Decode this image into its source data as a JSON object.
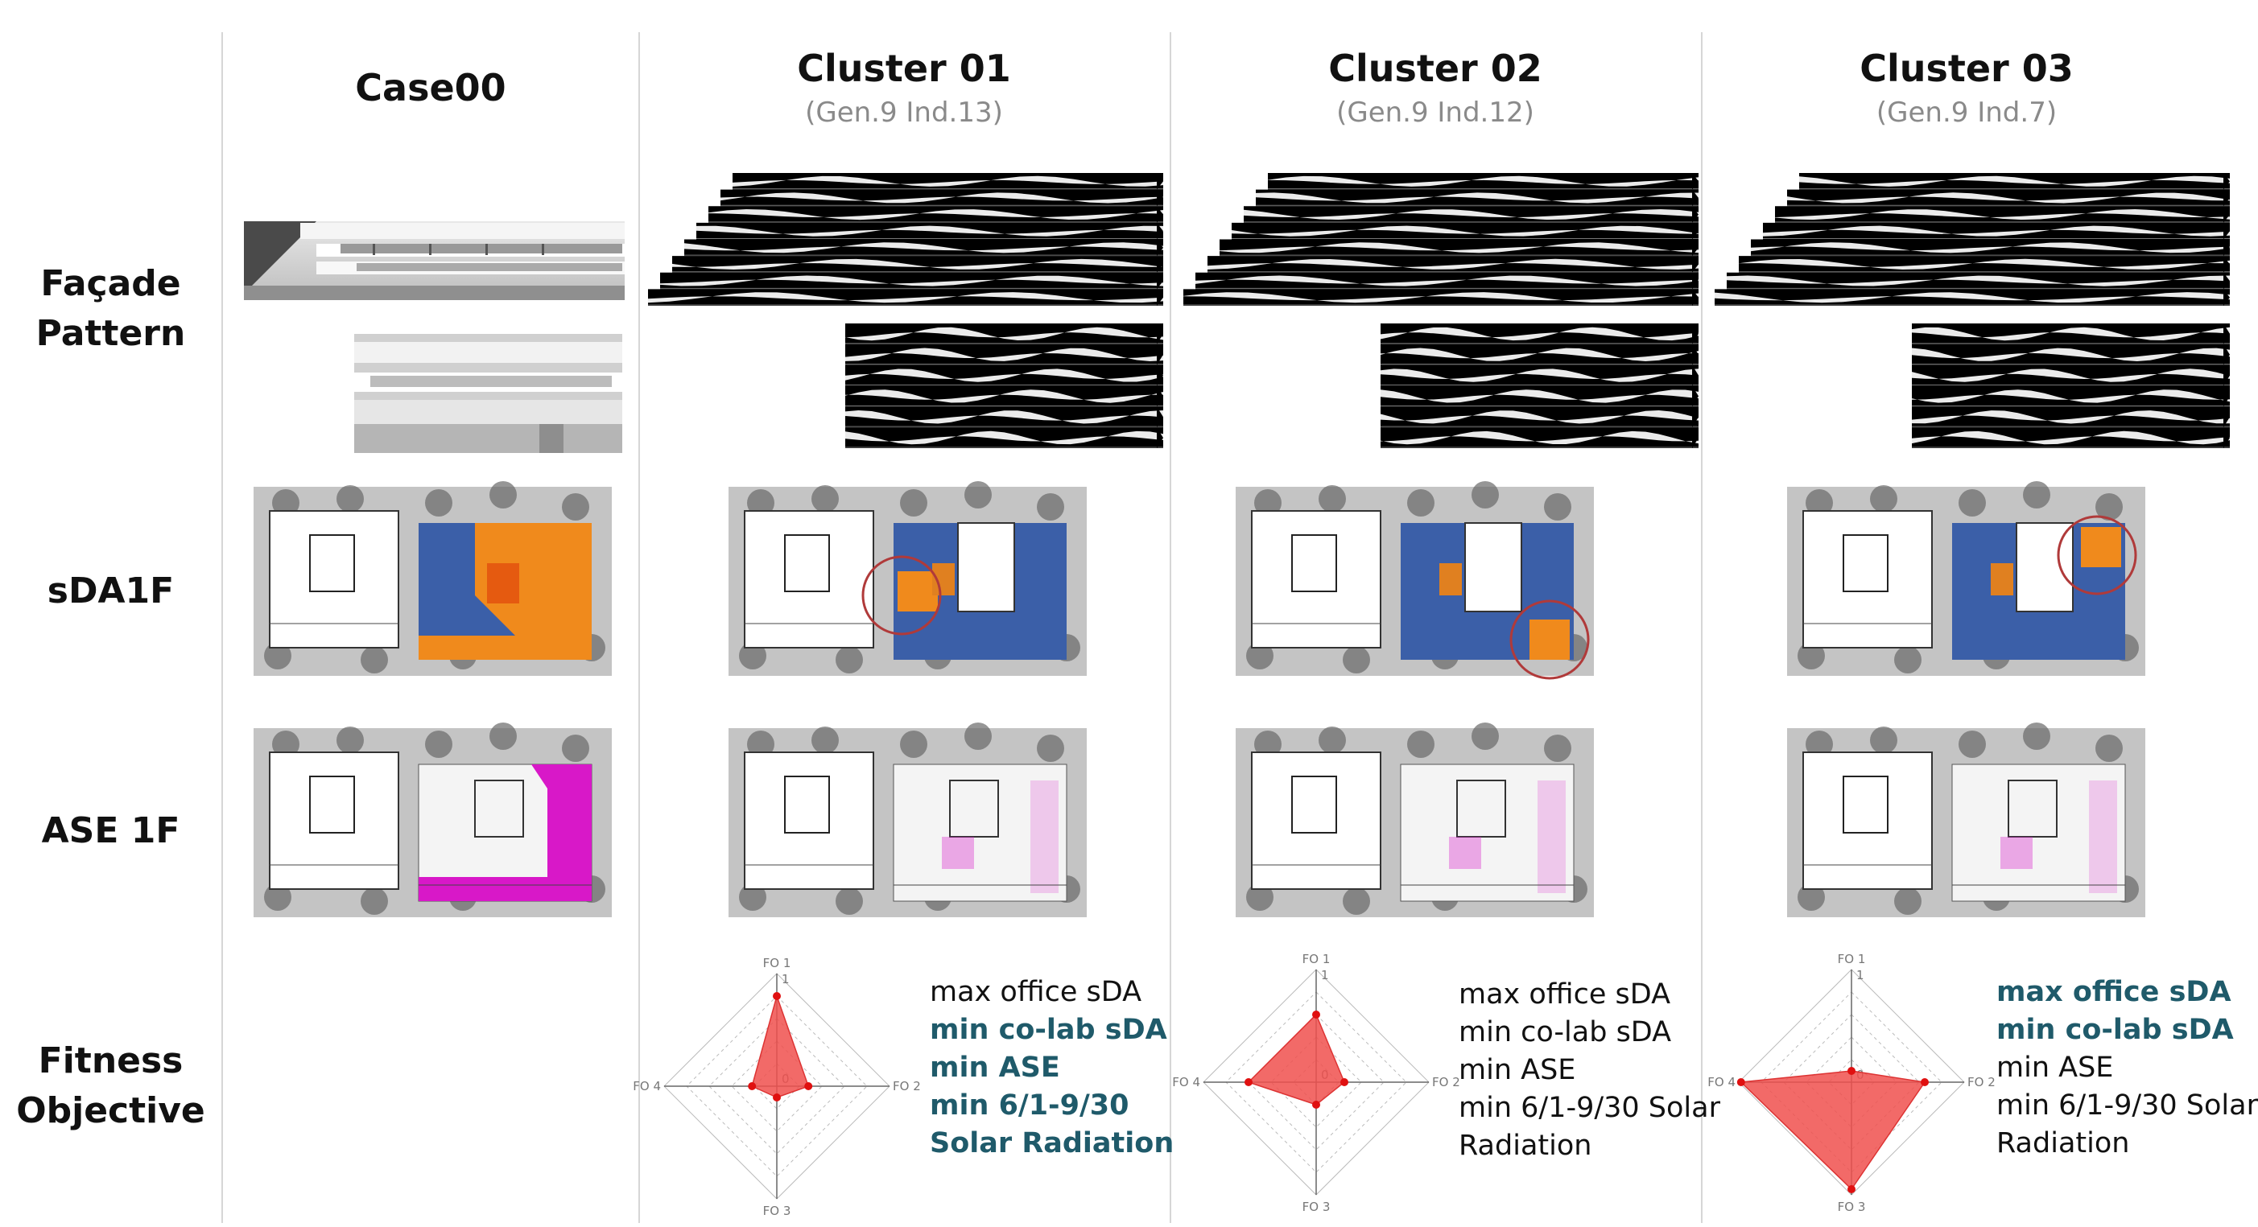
{
  "rows": {
    "facade": [
      "Façade",
      "Pattern"
    ],
    "sda": "sDA1F",
    "ase": "ASE 1F",
    "fitness": [
      "Fitness",
      "Objective"
    ]
  },
  "columns": [
    {
      "title": "Case00",
      "subtitle": ""
    },
    {
      "title": "Cluster 01",
      "subtitle": "(Gen.9 Ind.13)"
    },
    {
      "title": "Cluster 02",
      "subtitle": "(Gen.9 Ind.12)"
    },
    {
      "title": "Cluster 03",
      "subtitle": "(Gen.9 Ind.7)"
    }
  ],
  "radar_axes": [
    "FO 1",
    "FO 2",
    "FO 3",
    "FO 4"
  ],
  "radar_ring_label": "1",
  "radar_center_label": "0",
  "fitness": [
    {
      "radar": [
        0.8,
        0.28,
        0.1,
        0.22
      ],
      "lines": [
        {
          "text": "max office sDA",
          "highlight": false
        },
        {
          "text": "min co-lab sDA",
          "highlight": true
        },
        {
          "text": "min ASE",
          "highlight": true
        },
        {
          "text": "min 6/1-9/30",
          "highlight": true
        },
        {
          "text": "Solar Radiation",
          "highlight": true
        }
      ]
    },
    {
      "radar": [
        0.6,
        0.25,
        0.2,
        0.6
      ],
      "lines": [
        {
          "text": "max office sDA",
          "highlight": false
        },
        {
          "text": "min co-lab sDA",
          "highlight": false
        },
        {
          "text": "min ASE",
          "highlight": false
        },
        {
          "text": "min 6/1-9/30 Solar",
          "highlight": false
        },
        {
          "text": "Radiation",
          "highlight": false
        }
      ]
    },
    {
      "radar": [
        0.1,
        0.65,
        0.95,
        0.98
      ],
      "lines": [
        {
          "text": "max office sDA",
          "highlight": true
        },
        {
          "text": "min co-lab sDA",
          "highlight": true
        },
        {
          "text": "min ASE",
          "highlight": false
        },
        {
          "text": "min 6/1-9/30 Solar",
          "highlight": false
        },
        {
          "text": "Radiation",
          "highlight": false
        }
      ]
    }
  ],
  "colors": {
    "highlight_text": "#1f5a6a",
    "radar_fill": "#f0504e",
    "radar_point": "#e01010",
    "sda_blue": "#3b5fa8",
    "sda_orange": "#f08a1c",
    "ase_magenta": "#d818c8",
    "circle_marker": "#b03a3a"
  }
}
